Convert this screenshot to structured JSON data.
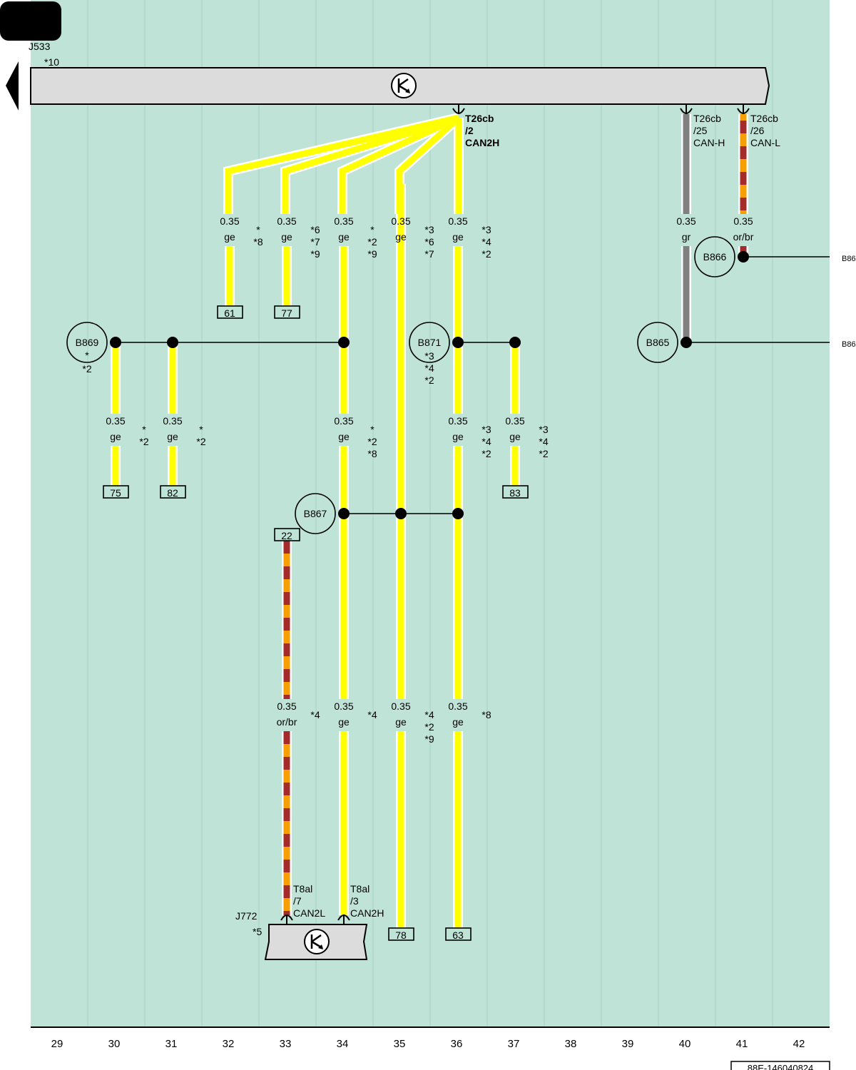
{
  "colors": {
    "background": "#bfe3d7",
    "grid_line": "#a7d3c3",
    "module_fill": "#dcdcdc",
    "wire_yellow": "#ffff00",
    "wire_gray": "#808080",
    "wire_orange": "#f5a000",
    "wire_brown": "#a52a2a",
    "wire_halo": "#ffffff",
    "ink": "#000000"
  },
  "header": {
    "tab_text": "",
    "module": "J533",
    "module_note": "*10"
  },
  "connectors_top": [
    {
      "id": "t26cb-2",
      "pin": "T26cb",
      "slot": "/2",
      "signal": "CAN2H"
    },
    {
      "id": "t26cb-25",
      "pin": "T26cb",
      "slot": "/25",
      "signal": "CAN-H"
    },
    {
      "id": "t26cb-26",
      "pin": "T26cb",
      "slot": "/26",
      "signal": "CAN-L"
    }
  ],
  "connectors_bottom": [
    {
      "id": "t8al-7",
      "pin": "T8al",
      "slot": "/7",
      "signal": "CAN2L"
    },
    {
      "id": "t8al-3",
      "pin": "T8al",
      "slot": "/3",
      "signal": "CAN2H"
    }
  ],
  "lower_module": {
    "name": "J772",
    "note": "*5"
  },
  "wire_labels": [
    {
      "id": "w32-top",
      "size": "0.35",
      "color_code": "ge",
      "notes": [
        "*",
        "*8"
      ]
    },
    {
      "id": "w33-top",
      "size": "0.35",
      "color_code": "ge",
      "notes": [
        "*6",
        "*7",
        "*9"
      ]
    },
    {
      "id": "w34-top",
      "size": "0.35",
      "color_code": "ge",
      "notes": [
        "*",
        "*2",
        "*9"
      ]
    },
    {
      "id": "w35-top",
      "size": "0.35",
      "color_code": "ge",
      "notes": [
        "*3",
        "*6",
        "*7"
      ]
    },
    {
      "id": "w36-top",
      "size": "0.35",
      "color_code": "ge",
      "notes": [
        "*3",
        "*4",
        "*2"
      ]
    },
    {
      "id": "w40-top",
      "size": "0.35",
      "color_code": "gr",
      "notes": []
    },
    {
      "id": "w41-top",
      "size": "0.35",
      "color_code": "or/br",
      "notes": []
    },
    {
      "id": "w30-mid",
      "size": "0.35",
      "color_code": "ge",
      "notes": [
        "*",
        "*2"
      ]
    },
    {
      "id": "w31-mid",
      "size": "0.35",
      "color_code": "ge",
      "notes": [
        "*",
        "*2"
      ]
    },
    {
      "id": "w34-mid",
      "size": "0.35",
      "color_code": "ge",
      "notes": [
        "*",
        "*2",
        "*8"
      ]
    },
    {
      "id": "w36-mid",
      "size": "0.35",
      "color_code": "ge",
      "notes": [
        "*3",
        "*4",
        "*2"
      ]
    },
    {
      "id": "w37-mid",
      "size": "0.35",
      "color_code": "ge",
      "notes": [
        "*3",
        "*4",
        "*2"
      ]
    },
    {
      "id": "w33-low",
      "size": "0.35",
      "color_code": "or/br",
      "notes": [
        "*4"
      ]
    },
    {
      "id": "w34-low",
      "size": "0.35",
      "color_code": "ge",
      "notes": [
        "*4"
      ]
    },
    {
      "id": "w35-low",
      "size": "0.35",
      "color_code": "ge",
      "notes": [
        "*4",
        "*2",
        "*9"
      ]
    },
    {
      "id": "w36-low",
      "size": "0.35",
      "color_code": "ge",
      "notes": [
        "*8"
      ]
    }
  ],
  "junctions": [
    {
      "id": "b866",
      "label": "B866",
      "notes": []
    },
    {
      "id": "b865",
      "label": "B865",
      "notes": []
    },
    {
      "id": "b869",
      "label": "B869",
      "notes": [
        "*",
        "*2"
      ]
    },
    {
      "id": "b871",
      "label": "B871",
      "notes": [
        "*3",
        "*4",
        "*2"
      ]
    },
    {
      "id": "b867",
      "label": "B867",
      "notes": []
    }
  ],
  "edge_refs": [
    "B86",
    "B86"
  ],
  "terminals": [
    "61",
    "77",
    "75",
    "82",
    "83",
    "22",
    "78",
    "63"
  ],
  "columns": [
    "29",
    "30",
    "31",
    "32",
    "33",
    "34",
    "35",
    "36",
    "37",
    "38",
    "39",
    "40",
    "41",
    "42"
  ],
  "footer_code": "88E-146040824"
}
